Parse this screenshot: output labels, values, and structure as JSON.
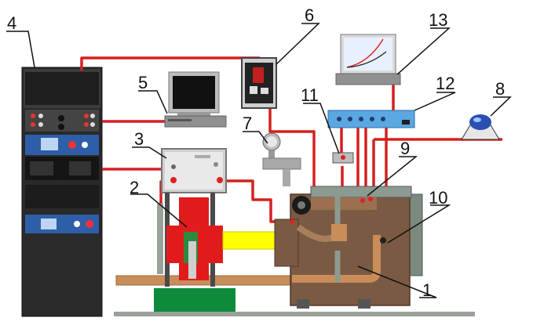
{
  "labels": [
    "1",
    "2",
    "3",
    "4",
    "5",
    "6",
    "7",
    "8",
    "9",
    "10",
    "11",
    "12",
    "13"
  ],
  "colors": {
    "wire": "#d62020",
    "rack": "#2b2b2b",
    "engine": "#7a5a42",
    "pipe": "#c98d5a",
    "yellow_shaft": "#ffff00",
    "base_green": "#0e8a3b",
    "brake_red": "#e11b1b",
    "frame_gray": "#8c8c8c",
    "panel_blue": "#4f9fdf"
  },
  "icons": [
    "monitor-icon",
    "flowmeter-icon",
    "sensor-icon",
    "plot-curve-icon"
  ]
}
